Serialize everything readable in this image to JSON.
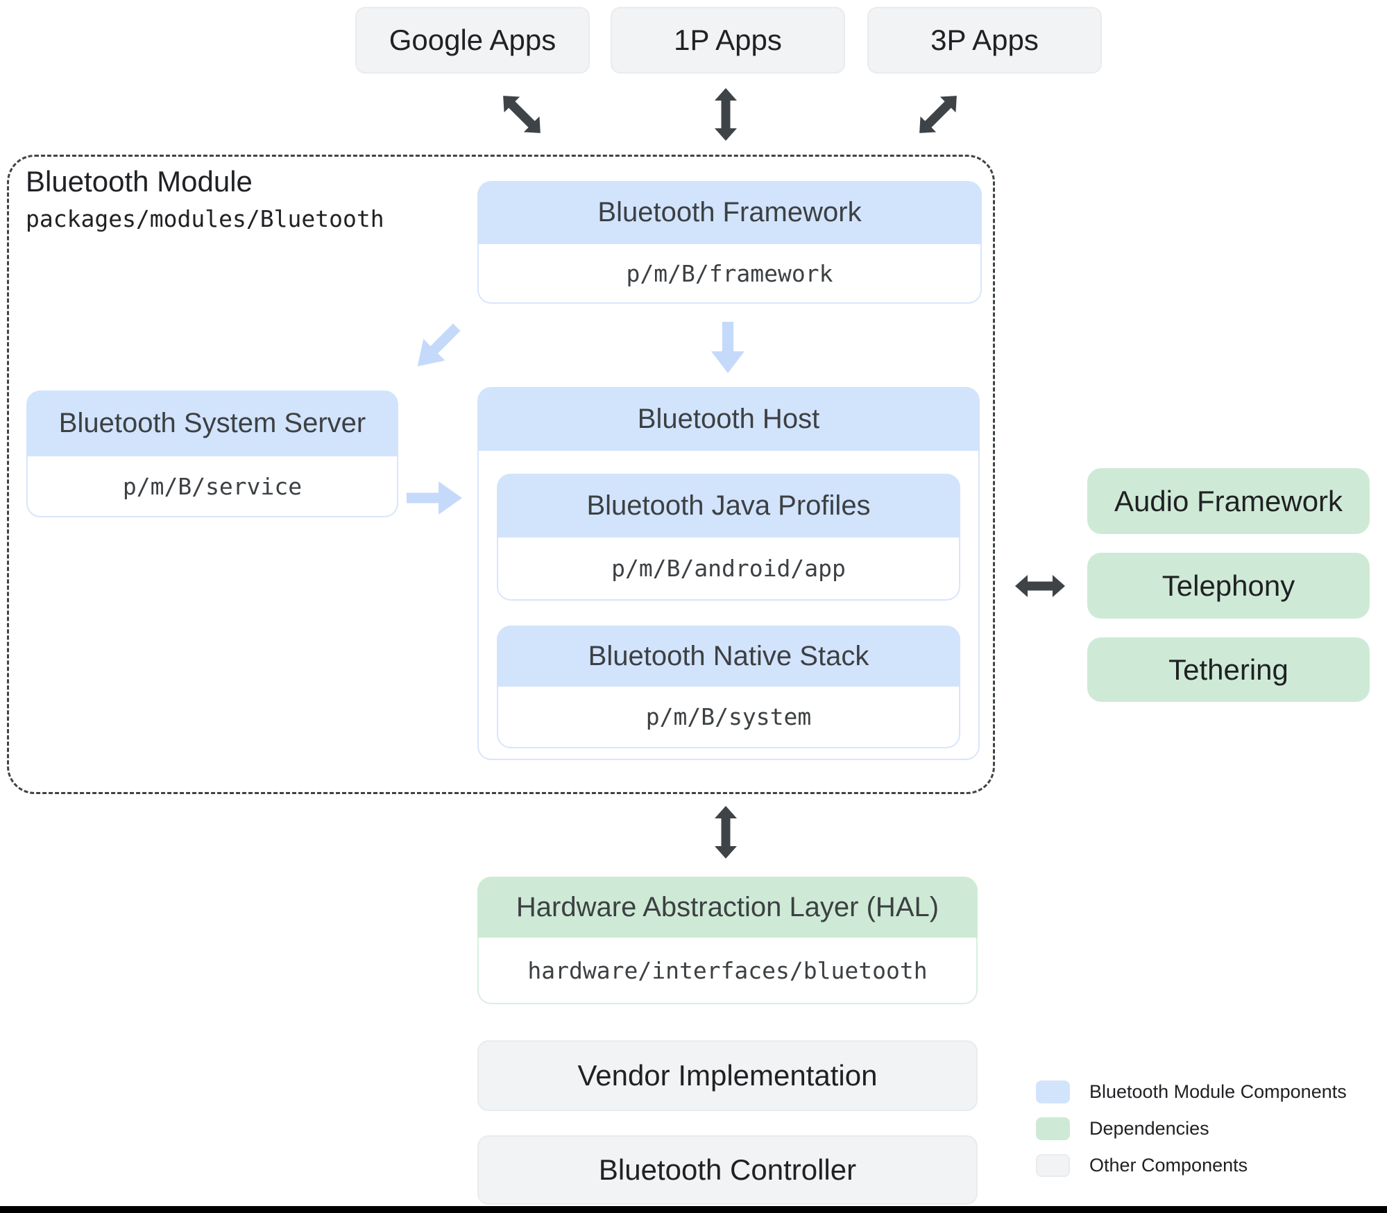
{
  "top_apps": [
    {
      "label": "Google Apps"
    },
    {
      "label": "1P Apps"
    },
    {
      "label": "3P Apps"
    }
  ],
  "module": {
    "title": "Bluetooth Module",
    "path": "packages/modules/Bluetooth",
    "framework": {
      "title": "Bluetooth Framework",
      "path": "p/m/B/framework"
    },
    "system_server": {
      "title": "Bluetooth System Server",
      "path": "p/m/B/service"
    },
    "host": {
      "title": "Bluetooth Host",
      "java_profiles": {
        "title": "Bluetooth Java Profiles",
        "path": "p/m/B/android/app"
      },
      "native_stack": {
        "title": "Bluetooth Native Stack",
        "path": "p/m/B/system"
      }
    }
  },
  "dependencies": [
    {
      "label": "Audio Framework"
    },
    {
      "label": "Telephony"
    },
    {
      "label": "Tethering"
    }
  ],
  "hal": {
    "title": "Hardware Abstraction Layer (HAL)",
    "path": "hardware/interfaces/bluetooth"
  },
  "other": {
    "vendor_label": "Vendor Implementation",
    "controller_label": "Bluetooth Controller"
  },
  "legend": {
    "items": [
      {
        "label": "Bluetooth Module Components",
        "color": "#d2e3fc"
      },
      {
        "label": "Dependencies",
        "color": "#ceead6"
      },
      {
        "label": "Other Components",
        "color": "#f1f3f4"
      }
    ]
  },
  "colors": {
    "module_component_fill": "#d2e3fc",
    "dependency_fill": "#ceead6",
    "other_fill": "#f1f3f4",
    "dark_arrow": "#3e4347",
    "light_arrow": "#c5dafa",
    "header_text": "#3c4043",
    "label_text": "#202124"
  }
}
